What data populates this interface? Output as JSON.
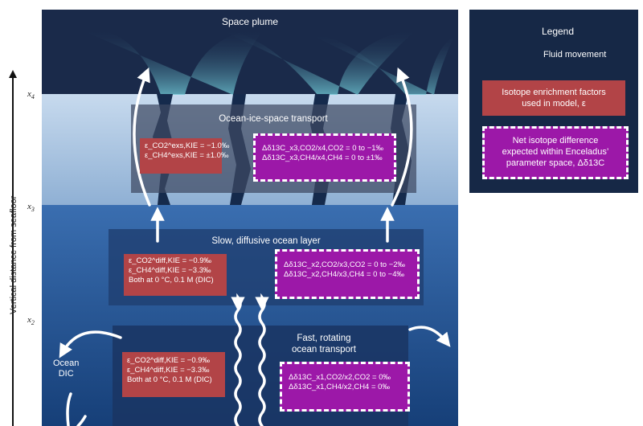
{
  "diagram": {
    "top_label": "Space plume",
    "axis": {
      "title": "Vertical distance from seafloor",
      "ticks": [
        {
          "base": "x",
          "sub": "4"
        },
        {
          "base": "x",
          "sub": "3"
        },
        {
          "base": "x",
          "sub": "2"
        }
      ]
    },
    "sections": [
      {
        "title": "Ocean-ice-space transport",
        "red_lines": [
          "ε_CO2^exs,KIE = −1.0‰",
          "ε_CH4^exs,KIE = ±1.0‰"
        ],
        "purple_lines": [
          "Δδ13C_x3,CO2/x4,CO2 = 0 to −1‰",
          "Δδ13C_x3,CH4/x4,CH4 = 0 to ±1‰"
        ]
      },
      {
        "title": "Slow, diffusive ocean layer",
        "red_lines": [
          "ε_CO2^diff,KIE = −0.9‰",
          "ε_CH4^diff,KIE = −3.3‰",
          "Both at 0 °C, 0.1 M (DIC)"
        ],
        "purple_lines": [
          "Δδ13C_x2,CO2/x3,CO2 = 0 to −2‰",
          "Δδ13C_x2,CH4/x3,CH4 = 0 to −4‰"
        ]
      },
      {
        "title_lines": [
          "Fast, rotating",
          "ocean transport"
        ],
        "red_lines": [
          "ε_CO2^diff,KIE = −0.9‰",
          "ε_CH4^diff,KIE = −3.3‰",
          "Both at 0 °C, 0.1 M (DIC)"
        ],
        "purple_lines": [
          "Δδ13C_x1,CO2/x2,CO2 = 0‰",
          "Δδ13C_x1,CH4/x2,CH4 = 0‰"
        ]
      }
    ],
    "side_label_lines": [
      "Ocean",
      "DIC"
    ]
  },
  "legend": {
    "title": "Legend",
    "arrow_label": "Fluid movement",
    "red_label_lines": [
      "Isotope enrichment factors",
      "used in model, ε"
    ],
    "purple_label_lines": [
      "Net isotope difference",
      "expected within Enceladus’",
      "parameter space, Δδ13C"
    ]
  },
  "colors": {
    "space": "#1a2a4a",
    "ice": "#a7c3e0",
    "ocean": "#2b5e9e",
    "deep_ocean": "#1d4a84",
    "red_box": "#b24447",
    "purple_box": "#9c18a8",
    "plume": "#6fc7d4"
  }
}
